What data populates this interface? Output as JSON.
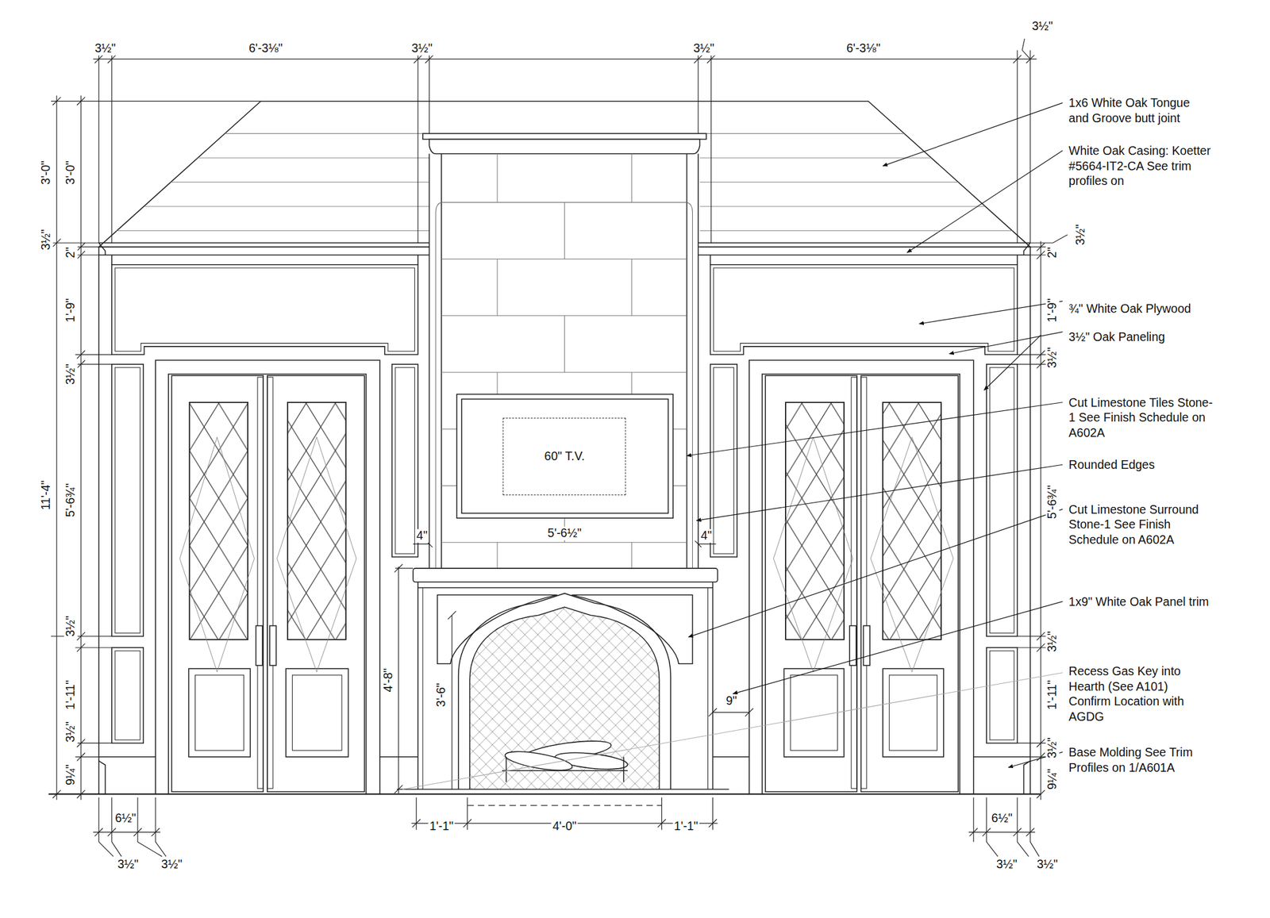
{
  "diagram": {
    "nodes": [
      {
        "text": [
          "60\" T.V."
        ]
      }
    ],
    "labels": [
      "3½\"",
      "6'-3⅛\"",
      "3½\"",
      "3½\"",
      "6'-3⅛\"",
      "3½\"",
      "3'-0\"",
      "3'-0\"",
      "3½\"",
      "2\"",
      "1'-9\"",
      "3½\"",
      "11'-4\"",
      "5'-6¾\"",
      "3½\"",
      "1'-11\"",
      "3½\"",
      "9¼\"",
      "3½\"",
      "2\"",
      "1'-9\"",
      "3½\"",
      "5'-6¾\"",
      "3½\"",
      "1'-11\"",
      "3½\"",
      "9¼\"",
      "4\"",
      "5'-6½\"",
      "4\"",
      "4'-8\"",
      "3'-6\"",
      "9\"",
      "1'-1\"",
      "4'-0\"",
      "1'-1\"",
      "6½\"",
      "3½\"",
      "3½\"",
      "6½\"",
      "3½\"",
      "3½\"",
      "1x6 White Oak Tongue and Groove butt joint",
      "White Oak Casing: Koetter #5664-IT2-CA See trim profiles on",
      "¾\" White Oak Plywood",
      "3½\" Oak Paneling",
      "Cut Limestone Tiles Stone-1 See Finish Schedule on A602A",
      "Rounded Edges",
      "Cut Limestone Surround Stone-1 See Finish Schedule on A602A",
      "1x9\" White Oak Panel trim",
      "Recess Gas Key into Hearth (See A101) Confirm Location with AGDG",
      "Base Molding See Trim Profiles on 1/A601A"
    ]
  }
}
